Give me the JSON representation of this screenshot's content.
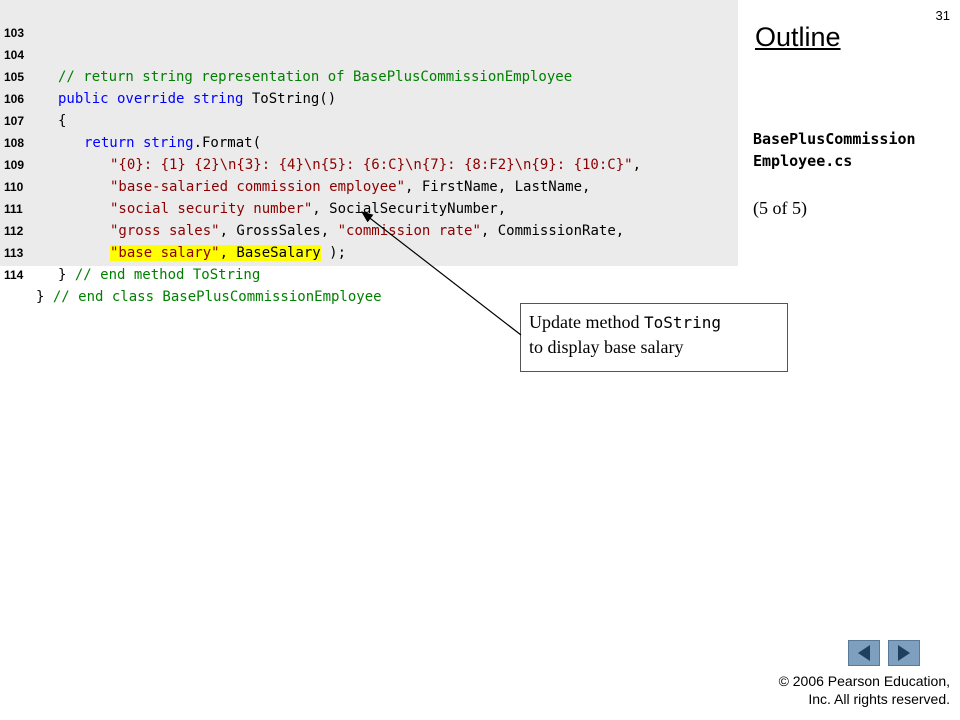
{
  "slide": {
    "number": "31",
    "outline_title": "Outline",
    "filename_line1": "BasePlusCommission",
    "filename_line2": "Employee.cs",
    "part": "(5 of 5)",
    "copyright_line1": "© 2006 Pearson Education,",
    "copyright_line2": "Inc.  All rights reserved."
  },
  "code": {
    "lines": [
      {
        "num": "103"
      },
      {
        "num": "104",
        "t": [
          "// return string representation of BasePlusCommissionEmployee"
        ]
      },
      {
        "num": "105",
        "t": [
          "public override string",
          " ToString()"
        ]
      },
      {
        "num": "106",
        "t": [
          "{"
        ]
      },
      {
        "num": "107",
        "t": [
          "return string",
          ".Format( "
        ]
      },
      {
        "num": "108",
        "t": [
          "\"{0}: {1} {2}\\n{3}: {4}\\n{5}: {6:C}\\n{7}: {8:F2}\\n{9}: {10:C}\"",
          ","
        ]
      },
      {
        "num": "109",
        "t": [
          "\"base-salaried commission employee\"",
          ", FirstName, LastName,"
        ]
      },
      {
        "num": "110",
        "t": [
          "\"social security number\"",
          ", SocialSecurityNumber,"
        ]
      },
      {
        "num": "111",
        "t": [
          "\"gross sales\"",
          ", GrossSales, ",
          "\"commission rate\"",
          ", CommissionRate,"
        ]
      },
      {
        "num": "112",
        "t": [
          "\"base salary\"",
          ", BaseSalary",
          " );"
        ]
      },
      {
        "num": "113",
        "t": [
          "} ",
          "// end method ToString"
        ]
      },
      {
        "num": "114",
        "t": [
          "} ",
          "// end class BasePlusCommissionEmployee"
        ]
      }
    ]
  },
  "callout": {
    "text_before": "Update method ",
    "code": "ToString",
    "text_after": "to display base salary"
  },
  "nav": {
    "prev_icon": "triangle-left-icon",
    "next_icon": "triangle-right-icon"
  },
  "colors": {
    "comment": "#008000",
    "keyword": "#0000ff",
    "string": "#8b0000",
    "highlight": "#ffff00",
    "code_bg": "#ebebeb",
    "nav_button": "#7f9fbf"
  }
}
